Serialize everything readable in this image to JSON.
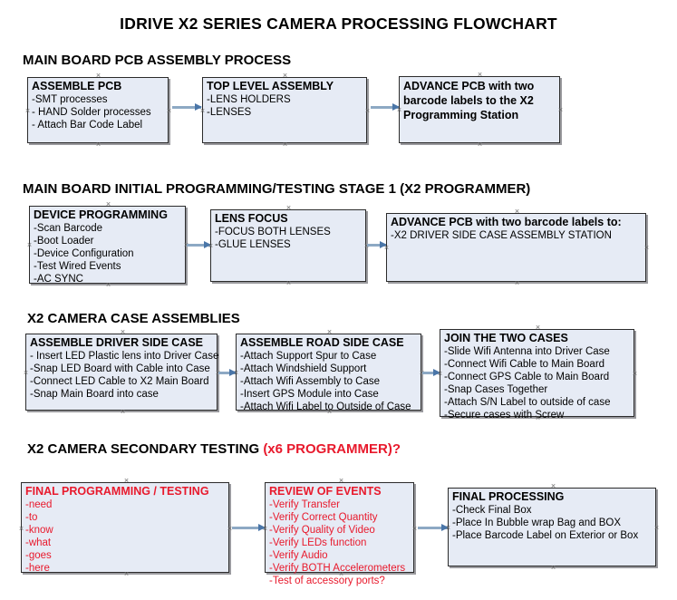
{
  "document": {
    "title": "IDRIVE X2  SERIES CAMERA PROCESSING FLOWCHART"
  },
  "colors": {
    "box_fill": "#e6ebf5",
    "box_border": "#2b2b2b",
    "arrow": "#8da9c4",
    "arrow_head": "#4a76a8",
    "accent_red": "#e8192c",
    "text": "#000000"
  },
  "sections": [
    {
      "heading": "MAIN BOARD PCB ASSEMBLY PROCESS",
      "heading_accent": "",
      "boxes": [
        {
          "title": "ASSEMBLE PCB",
          "lines": [
            "-SMT processes",
            "- HAND Solder processes",
            "- Attach Bar Code Label"
          ]
        },
        {
          "title": "TOP LEVEL ASSEMBLY",
          "lines": [
            "-LENS HOLDERS",
            "-LENSES"
          ]
        },
        {
          "title": "ADVANCE PCB with two barcode labels to the  X2 Programming Station",
          "lines": []
        }
      ]
    },
    {
      "heading": "MAIN BOARD INITIAL PROGRAMMING/TESTING STAGE 1 (X2 PROGRAMMER)",
      "heading_accent": "",
      "boxes": [
        {
          "title": "DEVICE PROGRAMMING",
          "lines": [
            "-Scan Barcode",
            "-Boot Loader",
            "-Device Configuration",
            "-Test Wired Events",
            "-AC SYNC"
          ]
        },
        {
          "title": "LENS FOCUS",
          "lines": [
            "-FOCUS BOTH LENSES",
            "-GLUE LENSES"
          ]
        },
        {
          "title": "ADVANCE PCB with two barcode labels to:",
          "lines": [
            "-X2 DRIVER  SIDE  CASE  ASSEMBLY STATION"
          ]
        }
      ]
    },
    {
      "heading": "X2 CAMERA CASE ASSEMBLIES",
      "heading_accent": "",
      "boxes": [
        {
          "title": "ASSEMBLE DRIVER SIDE CASE",
          "lines": [
            "- Insert LED Plastic lens into Driver Case",
            "-Snap LED Board with Cable into Case",
            "-Connect LED Cable to X2 Main Board",
            "-Snap Main Board into case"
          ]
        },
        {
          "title": "ASSEMBLE ROAD SIDE CASE",
          "lines": [
            "-Attach Support Spur to Case",
            "-Attach Windshield Support",
            "-Attach Wifi Assembly to Case",
            "-Insert GPS Module into Case",
            "-Attach Wifi Label to Outside of Case"
          ]
        },
        {
          "title": "JOIN THE TWO CASES",
          "lines": [
            "-Slide Wifi Antenna into Driver Case",
            "-Connect Wifi Cable to Main Board",
            "-Connect GPS Cable to Main Board",
            "-Snap Cases Together",
            "-Attach S/N Label to outside of case",
            "-Secure cases with Screw"
          ]
        }
      ]
    },
    {
      "heading": "X2 CAMERA SECONDARY TESTING ",
      "heading_accent": "(x6 PROGRAMMER)?",
      "boxes": [
        {
          "title": "FINAL PROGRAMMING / TESTING",
          "lines": [
            "-need",
            "-to",
            "-know",
            "-what",
            "-goes",
            "-here"
          ]
        },
        {
          "title": "REVIEW OF EVENTS",
          "lines": [
            "-Verify Transfer",
            "-Verify Correct Quantity",
            "-Verify Quality of Video",
            "-Verify LEDs function",
            "-Verify Audio",
            "-Verify BOTH Accelerometers",
            "-Test of accessory ports?"
          ]
        },
        {
          "title": "FINAL PROCESSING",
          "lines": [
            " -Check Final Box",
            "-Place In Bubble wrap Bag and BOX",
            "-Place Barcode Label on Exterior or Box"
          ]
        }
      ]
    }
  ]
}
